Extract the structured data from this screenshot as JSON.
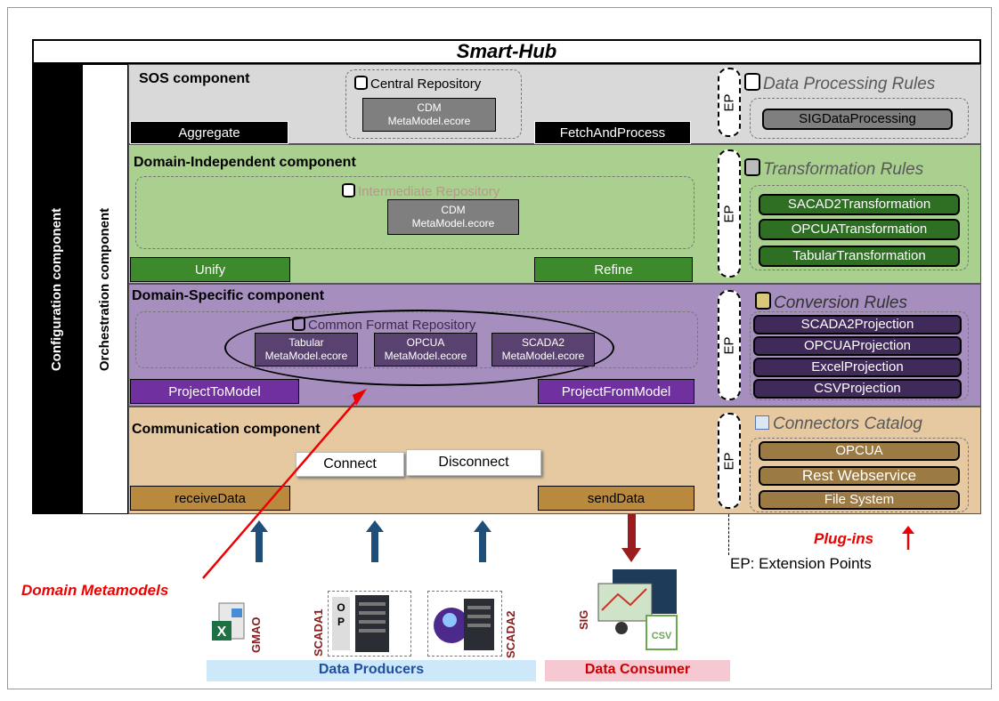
{
  "title": "Smart-Hub",
  "configuration_label": "Configuration component",
  "orchestration_label": "Orchestration component",
  "sos": {
    "title": "SOS component",
    "repository": "Central Repository",
    "metamodel": [
      "CDM",
      "MetaModel.ecore"
    ],
    "buttons": [
      "Aggregate",
      "FetchAndProcess"
    ]
  },
  "domain_independent": {
    "title": "Domain-Independent component",
    "repository": "Intermediate Repository",
    "metamodel": [
      "CDM",
      "MetaModel.ecore"
    ],
    "buttons": [
      "Unify",
      "Refine"
    ]
  },
  "domain_specific": {
    "title": "Domain-Specific component",
    "repository": "Common Format Repository",
    "metamodels": [
      {
        "name": "Tabular",
        "file": "MetaModel.ecore"
      },
      {
        "name": "OPCUA",
        "file": "MetaModel.ecore"
      },
      {
        "name": "SCADA2",
        "file": "MetaModel.ecore"
      }
    ],
    "buttons": [
      "ProjectToModel",
      "ProjectFromModel"
    ]
  },
  "communication": {
    "title": "Communication  component",
    "actions": [
      "Connect",
      "Disconnect"
    ],
    "buttons": [
      "receiveData",
      "sendData"
    ]
  },
  "ep_label": "EP",
  "rule_groups": [
    {
      "title": "Data Processing Rules",
      "items": [
        "SIGDataProcessing"
      ]
    },
    {
      "title": "Transformation Rules",
      "items": [
        "SACAD2Transformation",
        "OPCUATransformation",
        "TabularTransformation"
      ]
    },
    {
      "title": "Conversion Rules",
      "items": [
        "SCADA2Projection",
        "OPCUAProjection",
        "ExcelProjection",
        "CSVProjection"
      ]
    },
    {
      "title": "Connectors Catalog",
      "items": [
        "OPCUA",
        "Rest Webservice",
        "File System"
      ]
    }
  ],
  "plugins_label": "Plug-ins",
  "ep_legend": "EP: Extension Points",
  "domain_metamodels_label": "Domain Metamodels",
  "producers": {
    "labels": [
      "GMAO",
      "SCADA1",
      "SCADA2"
    ],
    "band": "Data Producers"
  },
  "consumer": {
    "labels": [
      "SIG"
    ],
    "band": "Data Consumer"
  },
  "colors": {
    "accent_red": "#e00000",
    "arrow_blue": "#1f4e79",
    "arrow_red": "#9b1c1c"
  }
}
